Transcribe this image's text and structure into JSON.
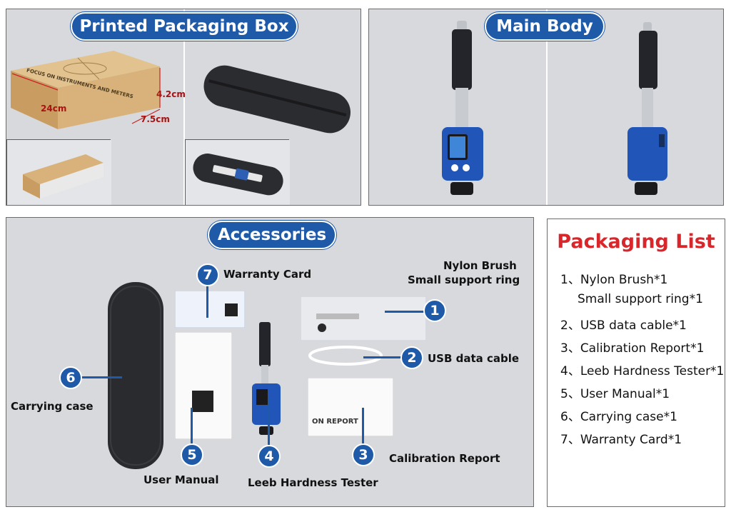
{
  "panels": {
    "packaging_box": {
      "title": "Printed Packaging Box",
      "dimensions": {
        "length": "24cm",
        "height": "4.2cm",
        "width": "7.5cm"
      },
      "box_text": "FOCUS ON INSTRUMENTS AND METERS"
    },
    "main_body": {
      "title": "Main Body"
    },
    "accessories": {
      "title": "Accessories",
      "callouts": [
        {
          "number": "1",
          "label": "Nylon Brush",
          "label2": "Small support ring"
        },
        {
          "number": "2",
          "label": "USB data cable"
        },
        {
          "number": "3",
          "label": "Calibration Report"
        },
        {
          "number": "4",
          "label": "Leeb Hardness Tester"
        },
        {
          "number": "5",
          "label": "User Manual"
        },
        {
          "number": "6",
          "label": "Carrying case"
        },
        {
          "number": "7",
          "label": "Warranty Card"
        }
      ],
      "report_text": "ON REPORT"
    }
  },
  "packaging_list": {
    "title": "Packaging List",
    "items": [
      "1、Nylon Brush*1",
      "Small support ring*1",
      "2、USB data cable*1",
      "3、Calibration Report*1",
      "4、Leeb Hardness Tester*1",
      "5、User Manual*1",
      "6、Carrying case*1",
      "7、Warranty Card*1"
    ]
  },
  "colors": {
    "accent": "#1e5aa8",
    "title_red": "#d9262b",
    "panel_bg": "#d7d9dd"
  }
}
